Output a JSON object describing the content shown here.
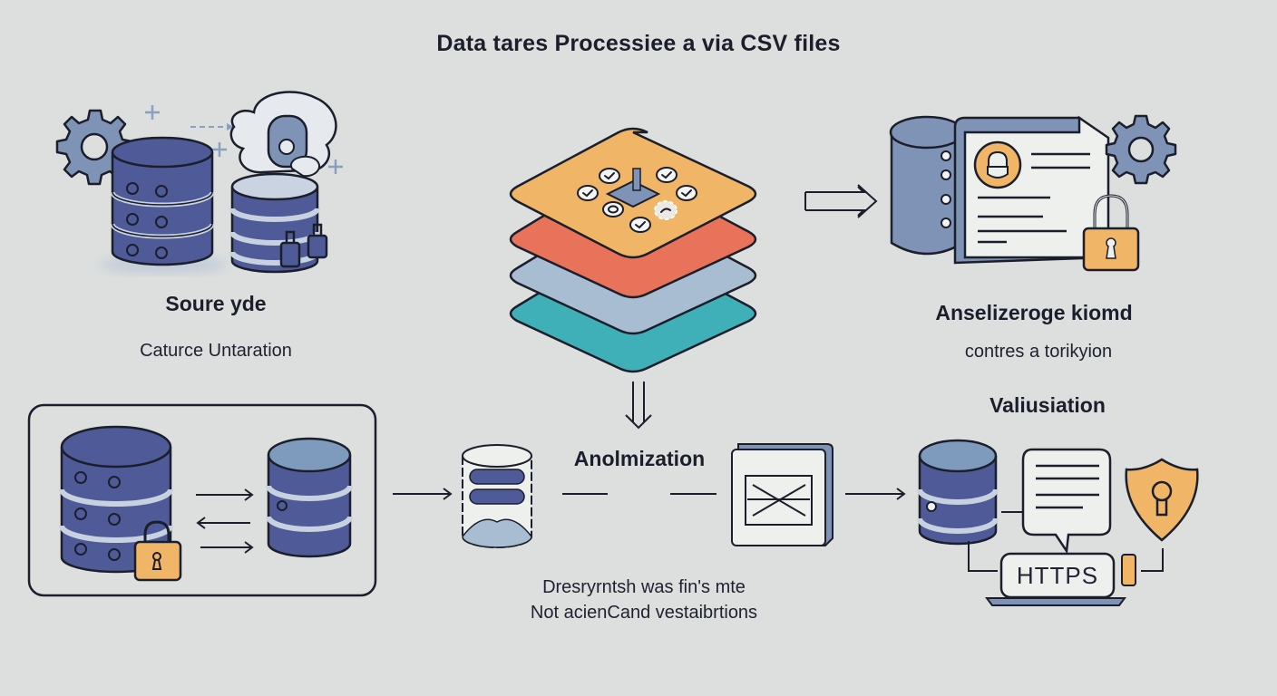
{
  "title": "Data tares Processiee a via CSV files",
  "colors": {
    "background": "#dcdfde",
    "ink": "#1b1e2b",
    "db_dark": "#4f5a98",
    "db_light": "#7f9bbd",
    "gear": "#7e93b6",
    "orange": "#f0b566",
    "coral": "#e9735a",
    "layer_blue": "#a9bdd2",
    "teal": "#3fb0b7",
    "paper": "#eef0ee"
  },
  "sections": {
    "source": {
      "heading": "Soure yde",
      "caption": "Caturce Untaration",
      "icons": [
        "gear-icon",
        "database-icon",
        "cloud-icon",
        "lock-icon"
      ]
    },
    "processing": {
      "icons": [
        "layer-stack-icon",
        "checkmark-icon",
        "download-arrow-icon"
      ]
    },
    "storage": {
      "heading": "Anselizeroge kiomd",
      "caption": "contres a torikyion",
      "icons": [
        "database-icon",
        "document-icon",
        "gear-icon",
        "lock-icon"
      ]
    },
    "sync": {
      "icons": [
        "database-icon",
        "lock-icon",
        "arrow-right-icon",
        "arrow-left-icon"
      ]
    },
    "anonymization": {
      "heading": "Anolmization",
      "note_line1": "Dresryrntsh was fin's mte",
      "note_line2": "Not acienCand vestaibrtions",
      "icons": [
        "database-icon",
        "window-icon"
      ]
    },
    "validation": {
      "heading": "Valiusiation",
      "badge": "HTTPS",
      "icons": [
        "database-icon",
        "document-icon",
        "shield-icon",
        "laptop-icon"
      ]
    }
  }
}
